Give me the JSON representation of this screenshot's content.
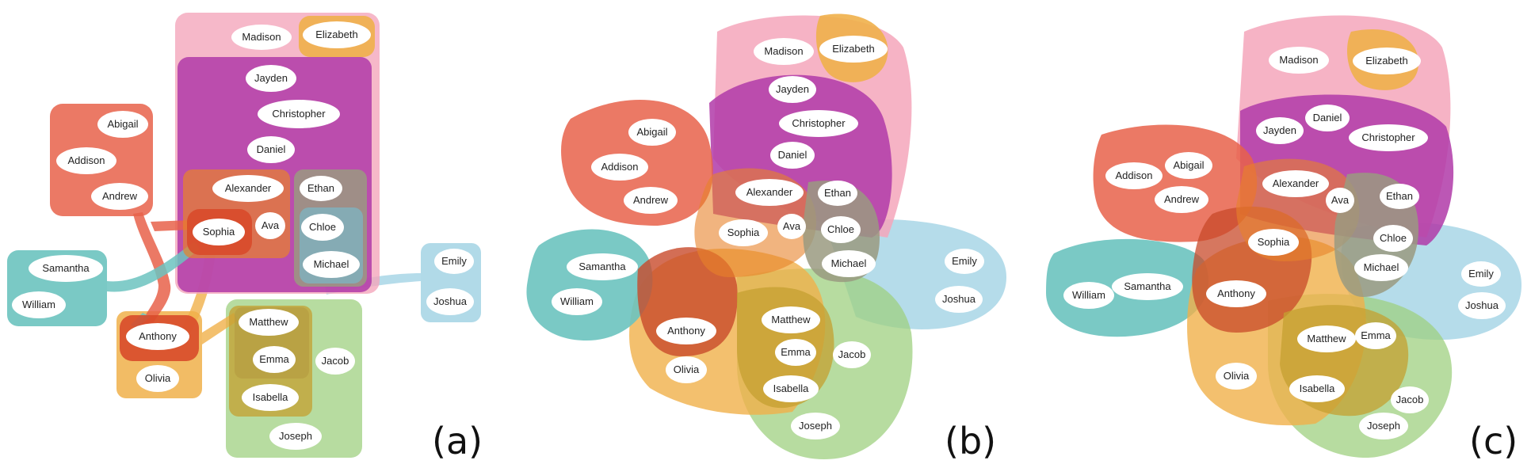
{
  "colors": {
    "pink": "#f4a6bb",
    "purple": "#b03aa8",
    "red": "#e8624a",
    "teal": "#6cc3bf",
    "orange": "#f0b04a",
    "green": "#9fd080",
    "lightblue": "#a8d6e6",
    "gray": "#9a9a80",
    "darkred": "#c84a2a"
  },
  "panels": [
    {
      "id": "a",
      "label": "(a)"
    },
    {
      "id": "b",
      "label": "(b)"
    },
    {
      "id": "c",
      "label": "(c)"
    }
  ],
  "names": {
    "madison": "Madison",
    "elizabeth": "Elizabeth",
    "jayden": "Jayden",
    "christopher": "Christopher",
    "daniel": "Daniel",
    "abigail": "Abigail",
    "addison": "Addison",
    "andrew": "Andrew",
    "alexander": "Alexander",
    "ava": "Ava",
    "sophia": "Sophia",
    "ethan": "Ethan",
    "chloe": "Chloe",
    "michael": "Michael",
    "samantha": "Samantha",
    "william": "William",
    "emily": "Emily",
    "joshua": "Joshua",
    "anthony": "Anthony",
    "olivia": "Olivia",
    "matthew": "Matthew",
    "emma": "Emma",
    "isabella": "Isabella",
    "jacob": "Jacob",
    "joseph": "Joseph"
  }
}
